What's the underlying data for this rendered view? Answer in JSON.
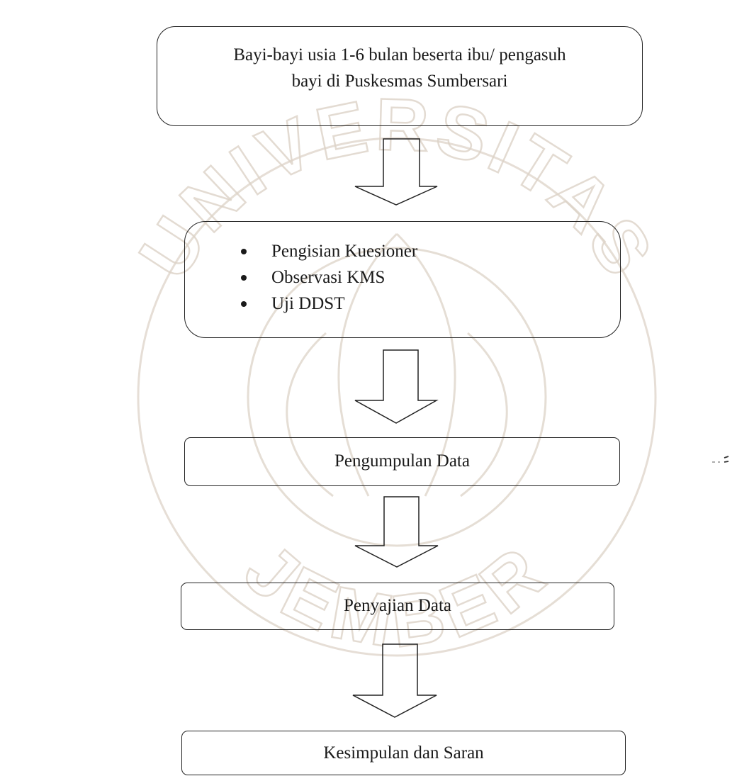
{
  "flow": {
    "step1": {
      "lines": [
        "Bayi-bayi usia 1-6 bulan beserta ibu/ pengasuh",
        "bayi di Puskesmas Sumbersari"
      ]
    },
    "step2": {
      "bullets": [
        "Pengisian Kuesioner",
        "Observasi KMS",
        "Uji DDST"
      ]
    },
    "step3": {
      "label": "Pengumpulan Data"
    },
    "step4": {
      "label": "Penyajian Data"
    },
    "step5": {
      "label": "Kesimpulan dan Saran"
    }
  },
  "watermark": {
    "text": "UNIVERSITAS JEMBER",
    "color": "#d9cfc4"
  },
  "colors": {
    "stroke": "#222222",
    "text": "#1a1a1a"
  }
}
